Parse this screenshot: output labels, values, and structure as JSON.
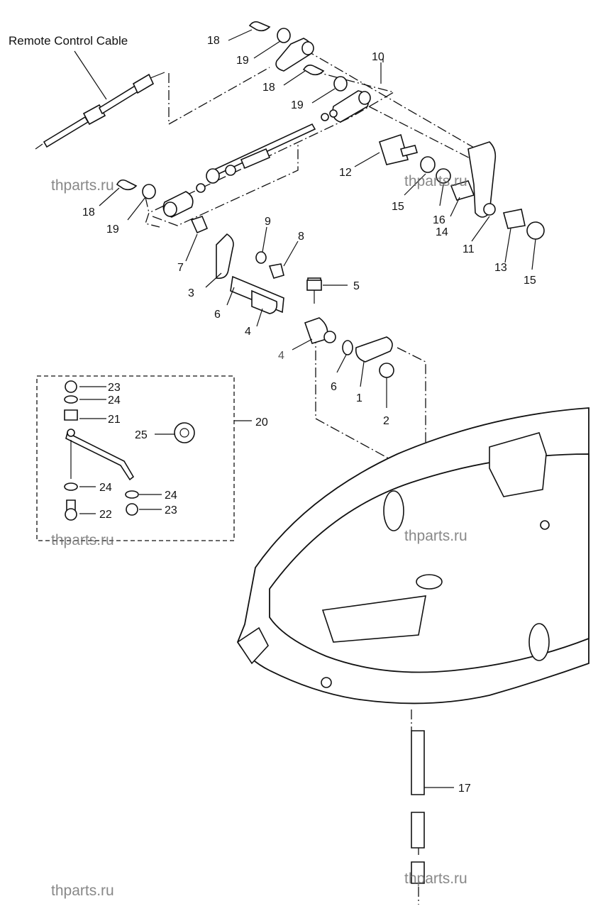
{
  "title": "Remote Control Cable",
  "callouts": {
    "c1": "1",
    "c2": "2",
    "c3": "3",
    "c4a": "4",
    "c4b": "4",
    "c5": "5",
    "c6a": "6",
    "c6b": "6",
    "c7": "7",
    "c8": "8",
    "c9": "9",
    "c10": "10",
    "c11": "11",
    "c12": "12",
    "c13": "13",
    "c14": "14",
    "c15a": "15",
    "c15b": "15",
    "c16": "16",
    "c17": "17",
    "c18a": "18",
    "c18b": "18",
    "c18c": "18",
    "c19a": "19",
    "c19b": "19",
    "c19c": "19",
    "c20": "20",
    "c21": "21",
    "c22": "22",
    "c23a": "23",
    "c23b": "23",
    "c24a": "24",
    "c24b": "24",
    "c24c": "24",
    "c25": "25"
  },
  "watermark": "thparts.ru"
}
